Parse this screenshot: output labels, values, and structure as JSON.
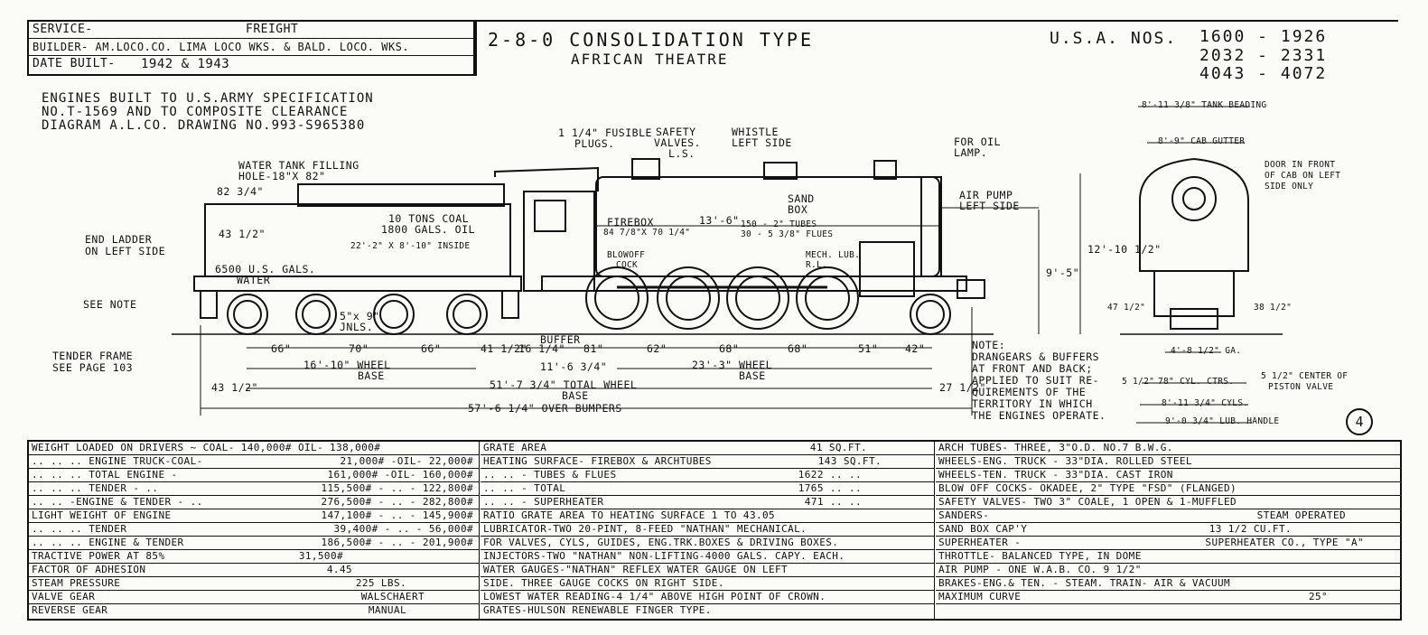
{
  "title_block": {
    "service_label": "SERVICE-",
    "service_value": "FREIGHT",
    "builder": "BUILDER- AM.LOCO.CO. LIMA LOCO WKS. & BALD. LOCO. WKS.",
    "date_label": "DATE BUILT-",
    "date_value": "1942 & 1943"
  },
  "title": {
    "main": "2-8-0 CONSOLIDATION TYPE",
    "sub": "AFRICAN THEATRE"
  },
  "usa_numbers": {
    "label": "U.S.A. NOS.",
    "ranges": [
      "1600 - 1926",
      "2032 - 2331",
      "4043 - 4072"
    ]
  },
  "spec_note": [
    "ENGINES BUILT TO U.S.ARMY SPECIFICATION",
    "NO.T-1569 AND TO COMPOSITE CLEARANCE",
    "DIAGRAM  A.L.CO. DRAWING NO.993-S965380"
  ],
  "side_labels": {
    "water_tank": [
      "WATER TANK FILLING",
      "HOLE-18\"X 82\""
    ],
    "end_ladder": [
      "END LADDER",
      "ON LEFT SIDE"
    ],
    "see_note": "SEE NOTE",
    "tender_frame": [
      "TENDER FRAME",
      "SEE PAGE 103"
    ],
    "coal": [
      "10 TONS COAL",
      "1800 GALS. OIL"
    ],
    "water": [
      "6500 U.S. GALS.",
      "WATER"
    ],
    "inside": "22'-2\" X 8'-10\" INSIDE",
    "journals": [
      "5\"x 9\"",
      "JNLS."
    ],
    "fusible": [
      "1 1/4\" FUSIBLE",
      "PLUGS."
    ],
    "safety": [
      "SAFETY",
      "VALVES.",
      "L.S."
    ],
    "whistle": [
      "WHISTLE",
      "LEFT SIDE"
    ],
    "sand_box": [
      "SAND",
      "BOX"
    ],
    "oil_lamp": [
      "FOR OIL",
      "LAMP."
    ],
    "air_pump": [
      "AIR PUMP",
      "LEFT SIDE"
    ],
    "firebox": [
      "FIREBOX",
      "84 7/8\"X 70 1/4\""
    ],
    "tubes": [
      "150 - 2\" TUBES",
      "30 - 5 3/8\" FLUES"
    ],
    "blowoff": [
      "BLOWOFF",
      "COCK"
    ],
    "mech_lub": [
      "MECH. LUB.",
      "R.L."
    ],
    "buffer": "BUFFER",
    "over_buffers": "57'-6 1/4\" OVER BUMPERS",
    "total_wb": [
      "51'-7 3/4\" TOTAL WHEEL",
      "BASE"
    ],
    "tender_wb": [
      "16'-10\" WHEEL",
      "BASE"
    ],
    "engine_wb": [
      "23'-3\" WHEEL",
      "BASE"
    ],
    "engine_wb_short": "11'-6 3/4\"",
    "note": [
      "NOTE:",
      "DRANGEARS & BUFFERS",
      "AT FRONT AND BACK;",
      "APPLIED TO SUIT RE-",
      "QUIREMENTS OF THE",
      "TERRITORY IN WHICH",
      "THE ENGINES OPERATE."
    ],
    "height_9": "9'-5\"",
    "height_12": "12'-10 1/2\"",
    "dims_tender": [
      "66\"",
      "70\"",
      "66\"",
      "41 1/2\"",
      "16 1/4\""
    ],
    "dims_engine": [
      "81\"",
      "62\"",
      "68\"",
      "68\"",
      "51\"",
      "42\""
    ],
    "dim_43": "43 1/2\"",
    "dim_27": "27 1/2\"",
    "dim_82": "82 3/4\"",
    "dim_13": "13'-6\""
  },
  "end_view": {
    "tank_beading": "8'-11 3/8\" TANK BEADING",
    "cab_gutter": "8'-9\" CAB GUTTER",
    "door": [
      "DOOR IN FRONT",
      "OF CAB ON LEFT",
      "SIDE ONLY"
    ],
    "gauge": "4'-8 1/2\" GA.",
    "cyl_ctrs": "78\" CYL. CTRS.",
    "cyls": "8'-11 3/4\" CYLS.",
    "lub_handle": "9'-0 3/4\" LUB. HANDLE",
    "piston": [
      "5 1/2\" CENTER OF",
      "PISTON VALVE"
    ],
    "left_5": "5 1/2\"",
    "h47": "47 1/2\"",
    "h38": "38 1/2\""
  },
  "sheet_number": "4",
  "table": {
    "col1": [
      {
        "label": "WEIGHT LOADED ON DRIVERS ~ COAL- 140,000#  OIL- 138,000#",
        "value": ""
      },
      {
        "label": "  ..      ..        ..  ENGINE TRUCK-COAL-",
        "value": "21,000# -OIL- 22,000#"
      },
      {
        "label": "  ..      ..        ..  TOTAL ENGINE -",
        "value": "161,000# -OIL- 160,000#"
      },
      {
        "label": "  ..      ..        ..  TENDER        -  ..",
        "value": "115,500# - .. - 122,800#"
      },
      {
        "label": "  ..      ..  -ENGINE & TENDER -  ..",
        "value": "276,500# - .. - 282,800#"
      },
      {
        "label": "LIGHT WEIGHT OF ENGINE",
        "value": "147,100# - .. - 145,900#"
      },
      {
        "label": "  ..      ..      ..  TENDER",
        "value": "39,400# - .. - 56,000#"
      },
      {
        "label": "  ..      ..      ..  ENGINE & TENDER",
        "value": "186,500# - .. - 201,900#"
      },
      {
        "label": "TRACTIVE POWER AT 85%",
        "value": "31,500#"
      },
      {
        "label": "FACTOR OF ADHESION",
        "value": "4.45"
      },
      {
        "label": "STEAM PRESSURE",
        "value": "225 LBS."
      },
      {
        "label": "VALVE GEAR",
        "value": "WALSCHAERT"
      },
      {
        "label": "REVERSE GEAR",
        "value": "MANUAL"
      }
    ],
    "col2": [
      {
        "label": "GRATE AREA",
        "value": "41 SQ.FT."
      },
      {
        "label": "HEATING SURFACE- FIREBOX & ARCHTUBES",
        "value": "143 SQ.FT."
      },
      {
        "label": "   ..        ..     - TUBES & FLUES",
        "value": "1622  ..   .."
      },
      {
        "label": "   ..        ..     - TOTAL",
        "value": "1765  ..   .."
      },
      {
        "label": "   ..        ..     - SUPERHEATER",
        "value": "471  ..   .."
      },
      {
        "label": "RATIO GRATE AREA TO HEATING SURFACE  1 TO 43.05",
        "value": ""
      },
      {
        "label": "LUBRICATOR-TWO 20-PINT, 8-FEED \"NATHAN\" MECHANICAL.",
        "value": ""
      },
      {
        "label": "FOR VALVES, CYLS, GUIDES, ENG.TRK.BOXES & DRIVING BOXES.",
        "value": ""
      },
      {
        "label": "INJECTORS-TWO \"NATHAN\" NON-LIFTING-4000 GALS. CAPY. EACH.",
        "value": ""
      },
      {
        "label": "WATER GAUGES-\"NATHAN\" REFLEX WATER GAUGE ON LEFT",
        "value": ""
      },
      {
        "label": "SIDE. THREE GAUGE COCKS ON RIGHT SIDE.",
        "value": ""
      },
      {
        "label": "LOWEST WATER READING-4 1/4\" ABOVE HIGH POINT OF CROWN.",
        "value": ""
      },
      {
        "label": "GRATES-HULSON  RENEWABLE FINGER TYPE.",
        "value": ""
      }
    ],
    "col3": [
      {
        "label": "ARCH TUBES-  THREE, 3\"O.D. NO.7 B.W.G.",
        "value": ""
      },
      {
        "label": "WHEELS-ENG. TRUCK - 33\"DIA. ROLLED STEEL",
        "value": ""
      },
      {
        "label": "WHEELS-TEN. TRUCK - 33\"DIA. CAST IRON",
        "value": ""
      },
      {
        "label": "BLOW OFF COCKS- OKADEE, 2\" TYPE \"FSD\" (FLANGED)",
        "value": ""
      },
      {
        "label": "SAFETY VALVES- TWO 3\" COALE, 1 OPEN & 1-MUFFLED",
        "value": ""
      },
      {
        "label": "SANDERS-",
        "value": "STEAM OPERATED"
      },
      {
        "label": "SAND BOX CAP'Y",
        "value": "13 1/2 CU.FT."
      },
      {
        "label": "SUPERHEATER -",
        "value": "SUPERHEATER CO., TYPE \"A\""
      },
      {
        "label": "THROTTLE- BALANCED TYPE, IN DOME",
        "value": ""
      },
      {
        "label": "AIR PUMP - ONE  W.A.B. CO. 9 1/2\"",
        "value": ""
      },
      {
        "label": "BRAKES-ENG.& TEN. - STEAM. TRAIN- AIR & VACUUM",
        "value": ""
      },
      {
        "label": "MAXIMUM CURVE",
        "value": "25°"
      },
      {
        "label": "",
        "value": ""
      }
    ]
  }
}
